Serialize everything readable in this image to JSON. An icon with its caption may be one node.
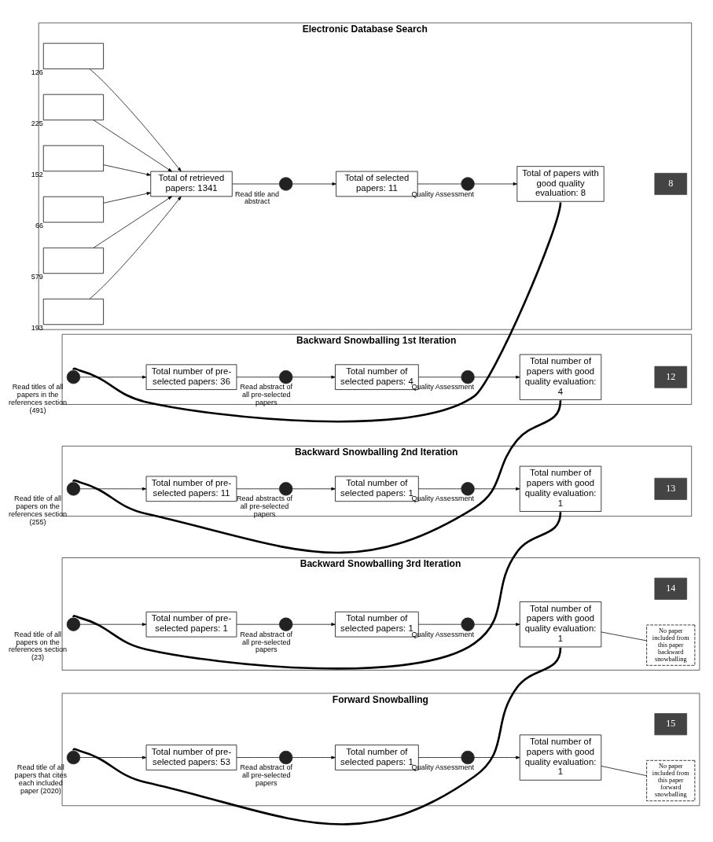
{
  "diagram": {
    "nodes": [
      {
        "text": [
          "Electronic Database Search"
        ]
      },
      {
        "text": [],
        "shape": "box",
        "in": 0,
        "beside": [
          "126"
        ]
      },
      {
        "text": [],
        "shape": "box",
        "in": 0,
        "beside": [
          "225"
        ]
      },
      {
        "text": [],
        "shape": "box",
        "in": 0,
        "beside": [
          "152"
        ]
      },
      {
        "text": [],
        "shape": "box",
        "in": 0,
        "beside": [
          "66"
        ]
      },
      {
        "text": [],
        "shape": "box",
        "in": 0,
        "beside": [
          "579"
        ]
      },
      {
        "text": [],
        "shape": "box",
        "in": 0,
        "beside": [
          "193"
        ]
      },
      {
        "text": [
          "Total of retrieved papers: 1341"
        ],
        "in": 0
      },
      {
        "text": [],
        "shape": "circle",
        "in": 0,
        "beside": [
          "Read title and abstract"
        ]
      },
      {
        "text": [
          "Total of selected papers: 11"
        ],
        "in": 0
      },
      {
        "text": [],
        "shape": "circle",
        "in": 0,
        "beside": [
          "Quality Assessment"
        ]
      },
      {
        "text": [
          "Total of papers with good quality evaluation: 8"
        ],
        "in": 0
      },
      {
        "text": [
          "8"
        ],
        "in": 0
      },
      {
        "text": [
          "Backward Snowballing 1st Iteration"
        ]
      },
      {
        "text": [],
        "shape": "circle",
        "in": 13,
        "beside": [
          "Read titles of all papers in the references section (491)"
        ]
      },
      {
        "text": [
          "Total number of pre-selected papers: 36"
        ],
        "in": 13
      },
      {
        "text": [],
        "shape": "circle",
        "in": 13,
        "beside": [
          "Read abstract of all pre-selected papers"
        ]
      },
      {
        "text": [
          "Total number of selected papers: 4"
        ],
        "in": 13
      },
      {
        "text": [],
        "shape": "circle",
        "in": 13,
        "beside": [
          "Quality Assessment"
        ]
      },
      {
        "text": [
          "Total number of papers with good quality evaluation: 4"
        ],
        "in": 13
      },
      {
        "text": [
          "12"
        ],
        "in": 13
      },
      {
        "text": [
          "Backward Snowballing 2nd Iteration"
        ]
      },
      {
        "text": [],
        "shape": "circle",
        "in": 21,
        "beside": [
          "Read title of all papers on the references section (255)"
        ]
      },
      {
        "text": [
          "Total number of pre-selected papers: 11"
        ],
        "in": 21
      },
      {
        "text": [],
        "shape": "circle",
        "in": 21,
        "beside": [
          "Read abstracts of all pre-selected papers"
        ]
      },
      {
        "text": [
          "Total number of selected papers: 1"
        ],
        "in": 21
      },
      {
        "text": [],
        "shape": "circle",
        "in": 21,
        "beside": [
          "Quality Assessment"
        ]
      },
      {
        "text": [
          "Total number of papers with good quality evaluation: 1"
        ],
        "in": 21
      },
      {
        "text": [
          "13"
        ],
        "in": 21
      },
      {
        "text": [
          "Backward Snowballing 3rd Iteration"
        ]
      },
      {
        "text": [],
        "shape": "circle",
        "in": 29,
        "beside": [
          "Read title of all papers on the references section (23)"
        ]
      },
      {
        "text": [
          "Total number of pre-selected papers: 1"
        ],
        "in": 29
      },
      {
        "text": [],
        "shape": "circle",
        "in": 29,
        "beside": [
          "Read abstract of all pre-selected papers"
        ]
      },
      {
        "text": [
          "Total number of selected papers: 1"
        ],
        "in": 29
      },
      {
        "text": [],
        "shape": "circle",
        "in": 29,
        "beside": [
          "Quality Assessment"
        ]
      },
      {
        "text": [
          "Total number of papers with good quality evaluation: 1"
        ],
        "in": 29
      },
      {
        "text": [
          "No paper included from this paper backward snowballing"
        ],
        "in": 29
      },
      {
        "text": [
          "14"
        ],
        "in": 29
      },
      {
        "text": [
          "Forward Snowballing"
        ]
      },
      {
        "text": [],
        "shape": "circle",
        "in": 38,
        "beside": [
          "Read title of all papers that cites each included paper (2020)"
        ]
      },
      {
        "text": [
          "Total number of pre-selected papers: 53"
        ],
        "in": 38
      },
      {
        "text": [],
        "shape": "circle",
        "in": 38,
        "beside": [
          "Read abstract of all pre-selected papers"
        ]
      },
      {
        "text": [
          "Total number of selected papers: 1"
        ],
        "in": 38
      },
      {
        "text": [],
        "shape": "circle",
        "in": 38,
        "beside": [
          "Quality Assessment"
        ]
      },
      {
        "text": [
          "Total number of papers with good quality evaluation: 1"
        ],
        "in": 38
      },
      {
        "text": [
          "No paper included from this paper forward snowballing"
        ],
        "in": 38
      },
      {
        "text": [
          "15"
        ],
        "in": 38
      }
    ],
    "edges": [
      {
        "from": 1,
        "to": 7,
        "arrow": "to"
      },
      {
        "from": 2,
        "to": 7,
        "arrow": "to"
      },
      {
        "from": 3,
        "to": 7,
        "arrow": "to"
      },
      {
        "from": 4,
        "to": 7,
        "arrow": "to"
      },
      {
        "from": 5,
        "to": 7,
        "arrow": "to"
      },
      {
        "from": 6,
        "to": 7,
        "arrow": "to"
      },
      {
        "from": 7,
        "to": 8,
        "arrow": "none"
      },
      {
        "from": 8,
        "to": 9,
        "arrow": "to"
      },
      {
        "from": 9,
        "to": 10,
        "arrow": "none"
      },
      {
        "from": 10,
        "to": 11,
        "arrow": "to"
      },
      {
        "from": 11,
        "to": 14,
        "arrow": "none",
        "style": "thick"
      },
      {
        "from": 14,
        "to": 15,
        "arrow": "to"
      },
      {
        "from": 15,
        "to": 16,
        "arrow": "none"
      },
      {
        "from": 16,
        "to": 17,
        "arrow": "to"
      },
      {
        "from": 17,
        "to": 18,
        "arrow": "none"
      },
      {
        "from": 18,
        "to": 19,
        "arrow": "to"
      },
      {
        "from": 19,
        "to": 22,
        "arrow": "none",
        "style": "thick"
      },
      {
        "from": 22,
        "to": 23,
        "arrow": "to"
      },
      {
        "from": 23,
        "to": 24,
        "arrow": "none"
      },
      {
        "from": 24,
        "to": 25,
        "arrow": "to"
      },
      {
        "from": 25,
        "to": 26,
        "arrow": "none"
      },
      {
        "from": 26,
        "to": 27,
        "arrow": "to"
      },
      {
        "from": 27,
        "to": 30,
        "arrow": "none",
        "style": "thick"
      },
      {
        "from": 30,
        "to": 31,
        "arrow": "to"
      },
      {
        "from": 31,
        "to": 32,
        "arrow": "none"
      },
      {
        "from": 32,
        "to": 33,
        "arrow": "to"
      },
      {
        "from": 33,
        "to": 34,
        "arrow": "none"
      },
      {
        "from": 34,
        "to": 35,
        "arrow": "to"
      },
      {
        "from": 35,
        "to": 36,
        "arrow": "none"
      },
      {
        "from": 35,
        "to": 39,
        "arrow": "none",
        "style": "thick"
      },
      {
        "from": 39,
        "to": 40,
        "arrow": "to"
      },
      {
        "from": 40,
        "to": 41,
        "arrow": "none"
      },
      {
        "from": 41,
        "to": 42,
        "arrow": "to"
      },
      {
        "from": 42,
        "to": 43,
        "arrow": "none"
      },
      {
        "from": 43,
        "to": 44,
        "arrow": "to"
      },
      {
        "from": 44,
        "to": 45,
        "arrow": "none"
      }
    ]
  }
}
